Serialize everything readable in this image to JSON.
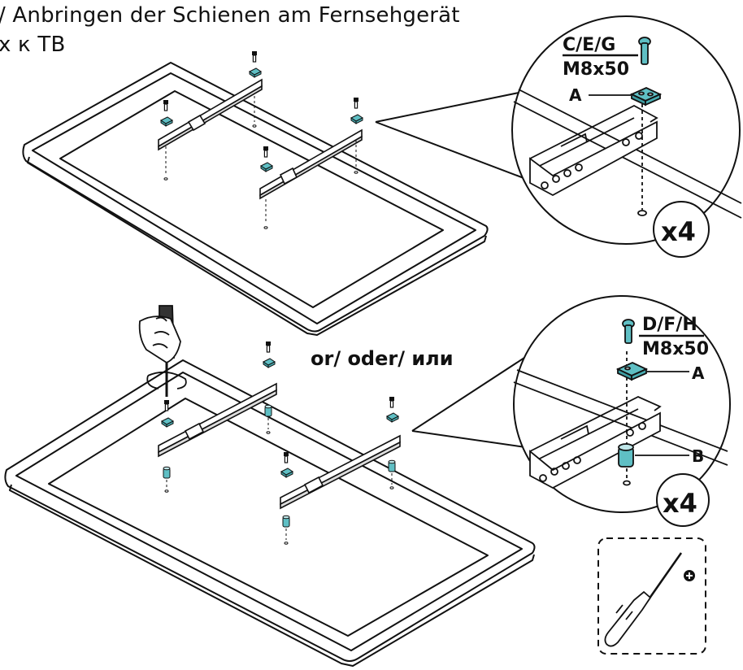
{
  "header": {
    "title_line1": "/ Anbringen der Schienen am Fernsehgerät",
    "title_line2": "х к ТВ"
  },
  "middle": {
    "or_text": "or/ oder/ или"
  },
  "detail_top": {
    "screw_code": "C/E/G",
    "screw_size": "M8x50",
    "washer_label": "A",
    "quantity": "x4"
  },
  "detail_bottom": {
    "screw_code": "D/F/H",
    "screw_size": "M8x50",
    "washer_label": "A",
    "spacer_label": "B",
    "quantity": "x4"
  },
  "tool": {
    "icon": "phillips-screwdriver-icon",
    "tip_icon": "plus-circle-icon"
  },
  "colors": {
    "accent": "#5fbfc4",
    "line": "#111111"
  }
}
